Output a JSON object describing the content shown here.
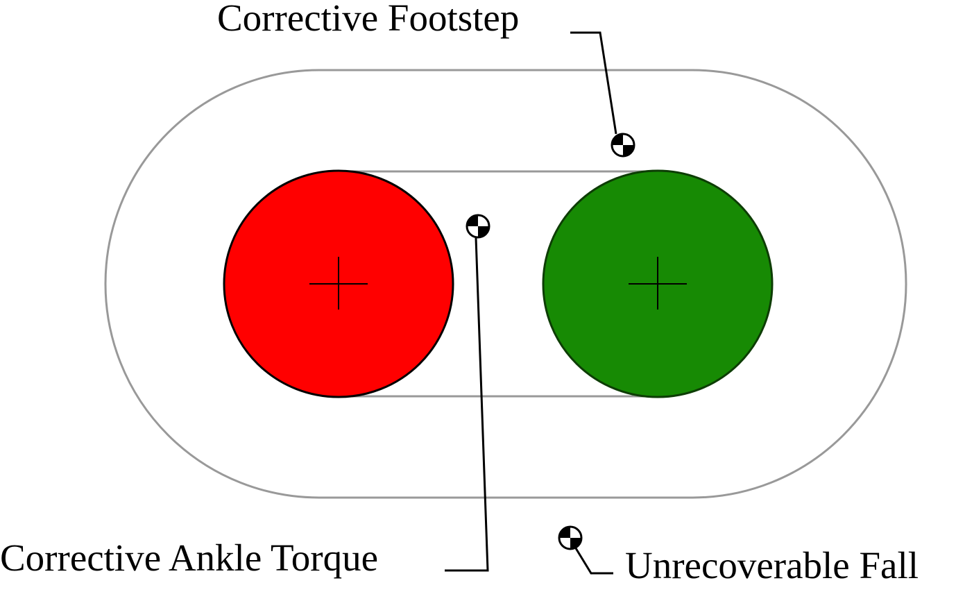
{
  "labels": {
    "corrective_footstep": "Corrective Footstep",
    "corrective_ankle_torque": "Corrective Ankle Torque",
    "unrecoverable_fall": "Unrecoverable Fall"
  },
  "colors": {
    "left_foot": "#ff0000",
    "right_foot": "#178a04",
    "region_outline": "#999999",
    "marker": "#000000"
  },
  "icons": {
    "com_marker": "center-of-mass-icon",
    "foot_center": "crosshair-icon"
  }
}
